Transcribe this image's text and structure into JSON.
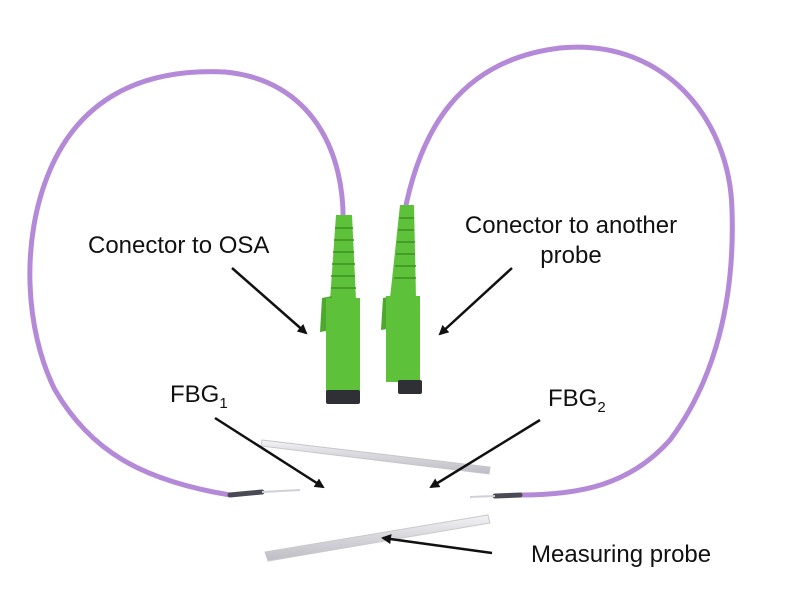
{
  "labels": {
    "connector_osa": "Conector to OSA",
    "connector_another_line1": "Conector to another",
    "connector_another_line2": "probe",
    "fbg1_main": "FBG",
    "fbg1_sub": "1",
    "fbg2_main": "FBG",
    "fbg2_sub": "2",
    "measuring_probe": "Measuring probe"
  },
  "colors": {
    "fiber": "#b48ad8",
    "connector_green": "#5dc23a",
    "connector_dark": "#3f8f22",
    "arrow": "#111111",
    "glass": "#d9d9de"
  }
}
